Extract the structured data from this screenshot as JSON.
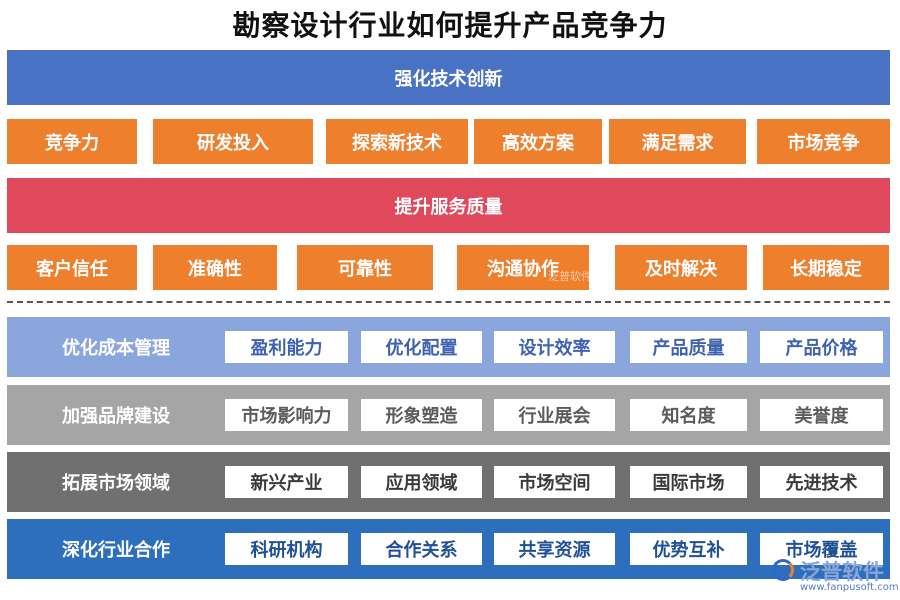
{
  "title": "勘察设计行业如何提升产品竞争力",
  "top_section": {
    "bar1": {
      "label": "强化技术创新",
      "color": "#4a72c4",
      "items": [
        "竞争力",
        "研发投入",
        "探索新技术",
        "高效方案",
        "满足需求",
        "市场竞争"
      ]
    },
    "bar2": {
      "label": "提升服务质量",
      "color": "#e0485c",
      "items": [
        "客户信任",
        "准确性",
        "可靠性",
        "沟通协作",
        "及时解决",
        "长期稳定"
      ]
    },
    "item_color": "#ee7f2d"
  },
  "bottom_section": [
    {
      "label": "优化成本管理",
      "color": "#8ba6dd",
      "text_color": "#3f62b0",
      "items": [
        "盈利能力",
        "优化配置",
        "设计效率",
        "产品质量",
        "产品价格"
      ]
    },
    {
      "label": "加强品牌建设",
      "color": "#a5a5a5",
      "text_color": "#5b5b5b",
      "items": [
        "市场影响力",
        "形象塑造",
        "行业展会",
        "知名度",
        "美誉度"
      ]
    },
    {
      "label": "拓展市场领域",
      "color": "#707070",
      "text_color": "#3a3a3a",
      "items": [
        "新兴产业",
        "应用领域",
        "市场空间",
        "国际市场",
        "先进技术"
      ]
    },
    {
      "label": "深化行业合作",
      "color": "#2d6fbd",
      "text_color": "#1f4f95",
      "items": [
        "科研机构",
        "合作关系",
        "共享资源",
        "优势互补",
        "市场覆盖"
      ]
    }
  ],
  "watermark": {
    "mid": "泛普软件",
    "logo_text": "泛普软件",
    "logo_url": "www.fanpusoft.com"
  }
}
